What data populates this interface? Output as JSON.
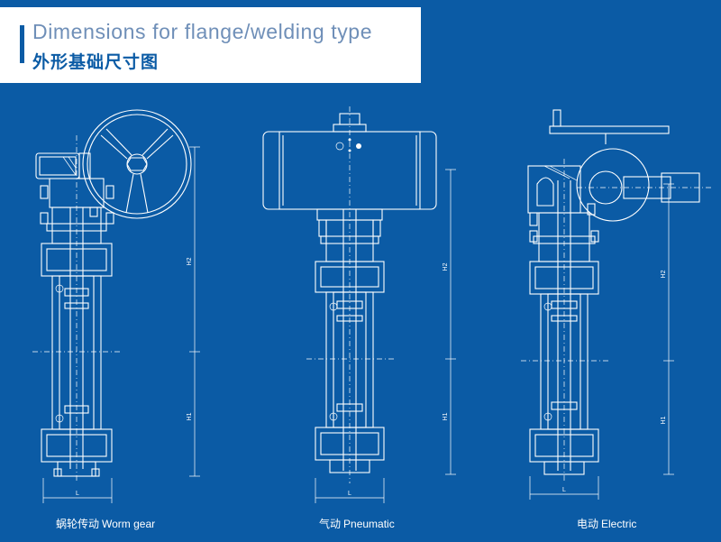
{
  "header": {
    "title_en": "Dimensions for flange/welding type",
    "title_cn": "外形基础尺寸图"
  },
  "views": [
    {
      "name_cn": "蜗轮传动",
      "name_en": "Worm gear",
      "dimension_labels": {
        "height_upper": "H2",
        "height_lower": "H1",
        "length": "L"
      }
    },
    {
      "name_cn": "气动",
      "name_en": "Pneumatic",
      "dimension_labels": {
        "height_upper": "H2",
        "height_lower": "H1",
        "length": "L"
      }
    },
    {
      "name_cn": "电动",
      "name_en": "Electric",
      "dimension_labels": {
        "height_upper": "H2",
        "height_lower": "H1",
        "length": "L"
      }
    }
  ],
  "colors": {
    "background": "#0b5ba5",
    "line": "#ffffff",
    "header_bg": "#ffffff",
    "title_en": "#6f8fb8",
    "title_cn": "#0b5ba5"
  }
}
